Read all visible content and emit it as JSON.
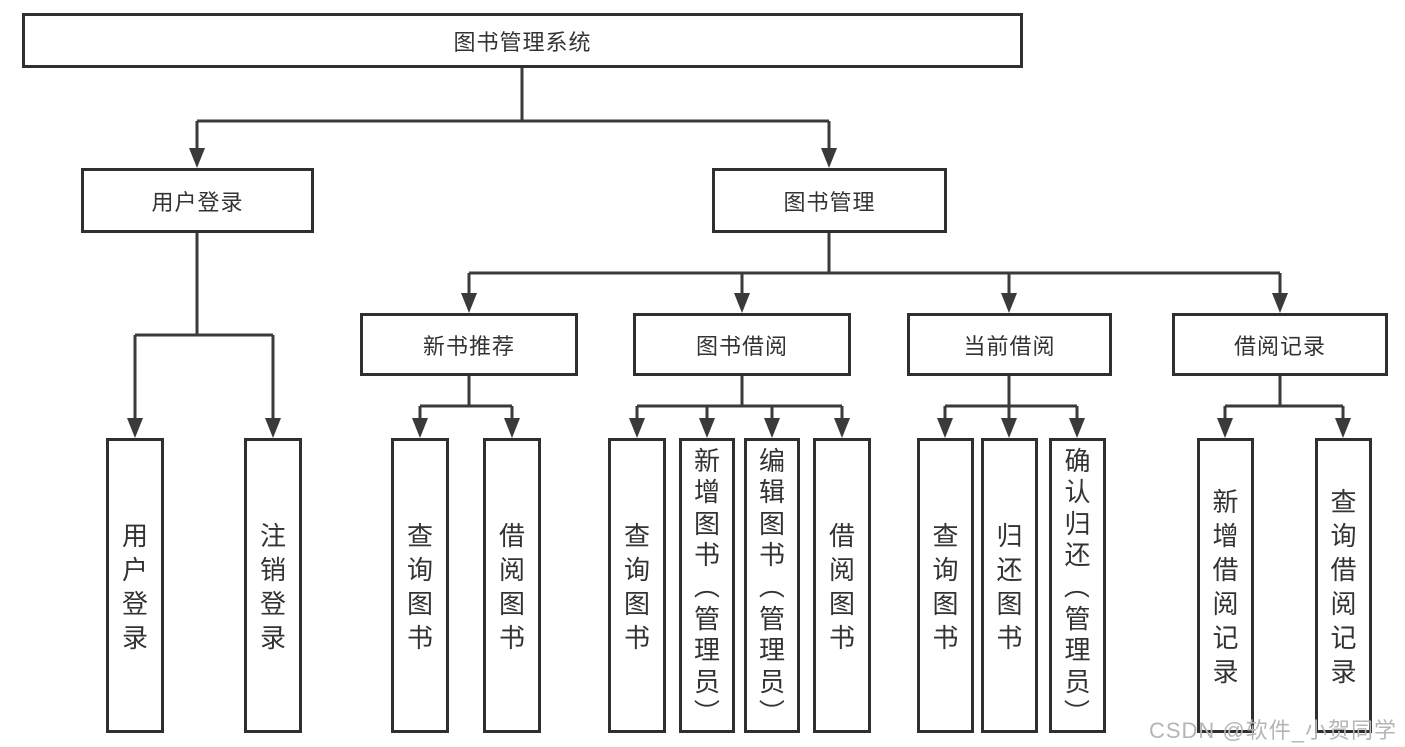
{
  "diagram_title": "图书管理系统",
  "nodes": {
    "root": "图书管理系统",
    "l2": [
      "用户登录",
      "图书管理"
    ],
    "l3": [
      "新书推荐",
      "图书借阅",
      "当前借阅",
      "借阅记录"
    ],
    "leaves": {
      "userLogin": [
        "用户登录",
        "注销登录"
      ],
      "newBookRec": [
        "查询图书",
        "借阅图书"
      ],
      "bookBorrow": [
        "查询图书",
        "新增图书（管理员）",
        "编辑图书（管理员）",
        "借阅图书"
      ],
      "currentBorrow": [
        "查询图书",
        "归还图书",
        "确认归还（管理员）"
      ],
      "borrowRecords": [
        "新增借阅记录",
        "查询借阅记录"
      ]
    }
  },
  "watermark": "CSDN @软件_小贺同学",
  "colors": {
    "line": "#3a3a3a",
    "box_border": "#2f2f2f",
    "text": "#333333",
    "watermark": "#b5b5b5",
    "background": "#ffffff"
  }
}
